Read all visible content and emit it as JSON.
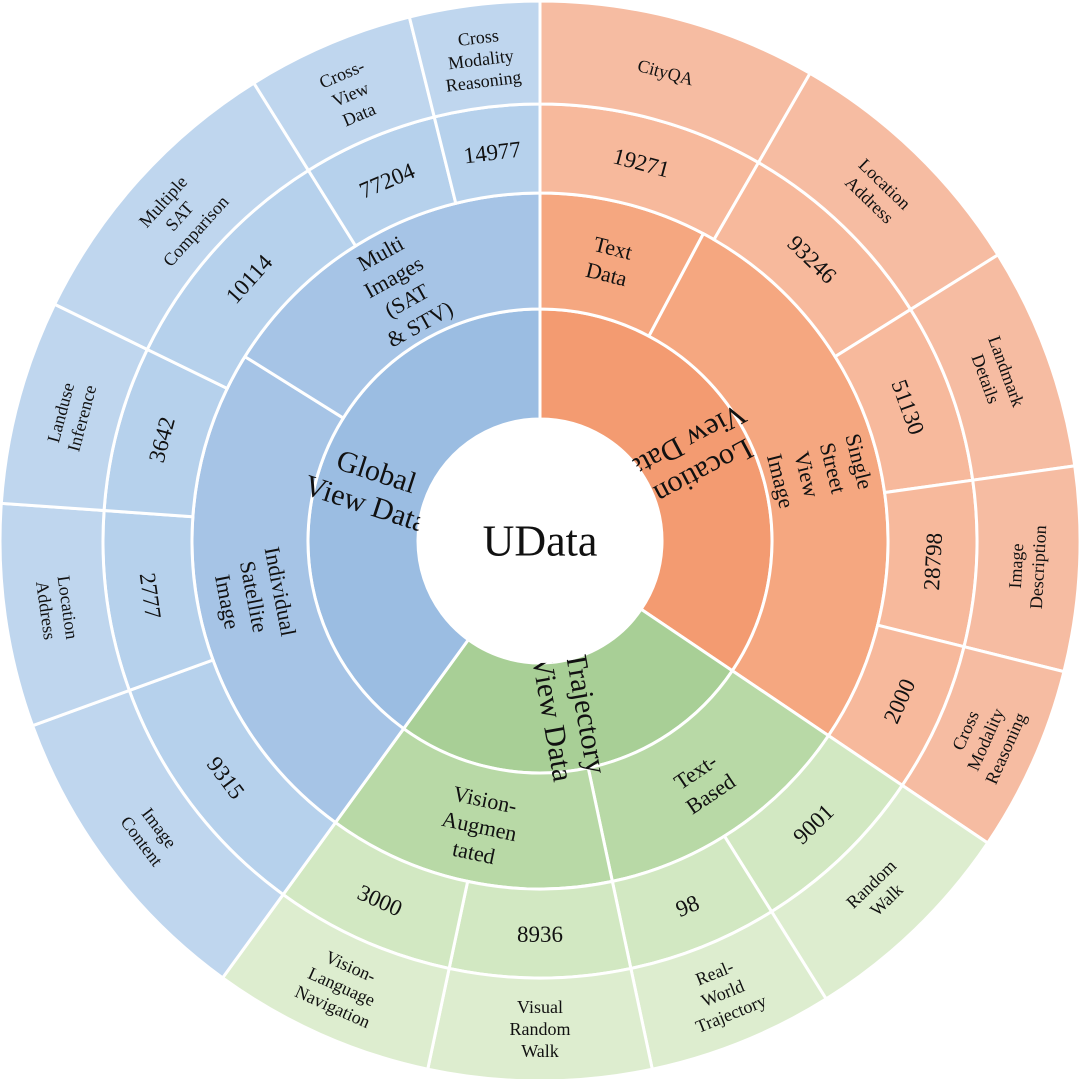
{
  "chart_data": {
    "type": "sunburst",
    "center_label": "UData",
    "colors": {
      "location": [
        "#F39B71",
        "#F5A780",
        "#F7B99C",
        "#F6BCA2"
      ],
      "trajectory": [
        "#A8CF96",
        "#B8D9A6",
        "#D2E8C2",
        "#DDEDCF"
      ],
      "global": [
        "#9BBDE2",
        "#A6C4E6",
        "#B6D1EC",
        "#BFD6EE"
      ]
    },
    "groups": [
      {
        "name_lines": [
          "Location",
          "View Data"
        ],
        "color_key": "location",
        "children": [
          {
            "name_lines": [
              "Text",
              "Data"
            ],
            "leaves": [
              {
                "value": 19271,
                "value_text": "19271",
                "label_lines": [
                  "CityQA"
                ]
              }
            ]
          },
          {
            "name_lines": [
              "Single",
              "Street",
              "View",
              "Image"
            ],
            "leaves": [
              {
                "value": 93246,
                "value_text": "93246",
                "label_lines": [
                  "Location",
                  "Address"
                ]
              },
              {
                "value": 51130,
                "value_text": "51130",
                "label_lines": [
                  "Landmark",
                  "Details"
                ]
              },
              {
                "value": 28798,
                "value_text": "28798",
                "label_lines": [
                  "Image",
                  "Description"
                ]
              },
              {
                "value": 2000,
                "value_text": "2000",
                "label_lines": [
                  "Cross",
                  "Modality",
                  "Reasoning"
                ]
              }
            ]
          }
        ]
      },
      {
        "name_lines": [
          "Trajectory",
          "View Data"
        ],
        "color_key": "trajectory",
        "children": [
          {
            "name_lines": [
              "Text-",
              "Based"
            ],
            "leaves": [
              {
                "value": 9001,
                "value_text": "9001",
                "label_lines": [
                  "Random",
                  "Walk"
                ]
              },
              {
                "value": 98,
                "value_text": "98",
                "label_lines": [
                  "Real-",
                  "World",
                  "Trajectory"
                ]
              }
            ]
          },
          {
            "name_lines": [
              "Vision-",
              "Augmen",
              "tated"
            ],
            "leaves": [
              {
                "value": 8936,
                "value_text": "8936",
                "label_lines": [
                  "Visual",
                  "Random",
                  "Walk"
                ]
              },
              {
                "value": 3000,
                "value_text": "3000",
                "label_lines": [
                  "Vision-",
                  "Language",
                  "Navigation"
                ]
              }
            ]
          }
        ]
      },
      {
        "name_lines": [
          "Global",
          "View Data"
        ],
        "color_key": "global",
        "children": [
          {
            "name_lines": [
              "Individual",
              "Satellite",
              "Image"
            ],
            "leaves": [
              {
                "value": 9315,
                "value_text": "9315",
                "label_lines": [
                  "Image",
                  "Content"
                ]
              },
              {
                "value": 2777,
                "value_text": "2777",
                "label_lines": [
                  "Location",
                  "Address"
                ]
              },
              {
                "value": 3642,
                "value_text": "3642",
                "label_lines": [
                  "Landuse",
                  "Inference"
                ]
              }
            ]
          },
          {
            "name_lines": [
              "Multi",
              "Images",
              "(SAT",
              "& STV)"
            ],
            "leaves": [
              {
                "value": 10114,
                "value_text": "10114",
                "label_lines": [
                  "Multiple",
                  "SAT",
                  "Comparison"
                ]
              },
              {
                "value": 77204,
                "value_text": "77204",
                "label_lines": [
                  "Cross-",
                  "View",
                  "Data"
                ]
              },
              {
                "value": 14977,
                "value_text": "14977",
                "label_lines": [
                  "Cross",
                  "Modality",
                  "Reasoning"
                ]
              }
            ]
          }
        ]
      }
    ]
  }
}
